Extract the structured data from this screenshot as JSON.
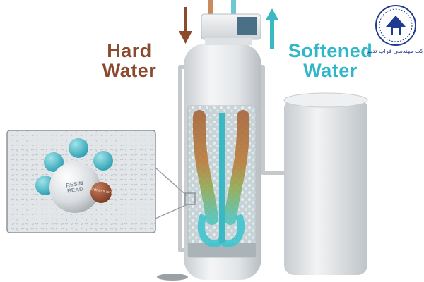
{
  "labels": {
    "hard_line1": "Hard",
    "hard_line2": "Water",
    "soft_line1": "Softened",
    "soft_line2": "Water",
    "resin_line1": "RESIN",
    "resin_line2": "BEAD",
    "hardness_ion": "hardness ion"
  },
  "logo": {
    "caption": "شرکت مهندسی فراب تدبیر"
  },
  "colors": {
    "hard_water": "#8a4a2e",
    "softened_water": "#2fb7c8",
    "inlet_arrow": "#8b4a2b",
    "outlet_arrow": "#3ab8c4",
    "tank": "#e9ebed",
    "logo_blue": "#1f3b8f"
  }
}
